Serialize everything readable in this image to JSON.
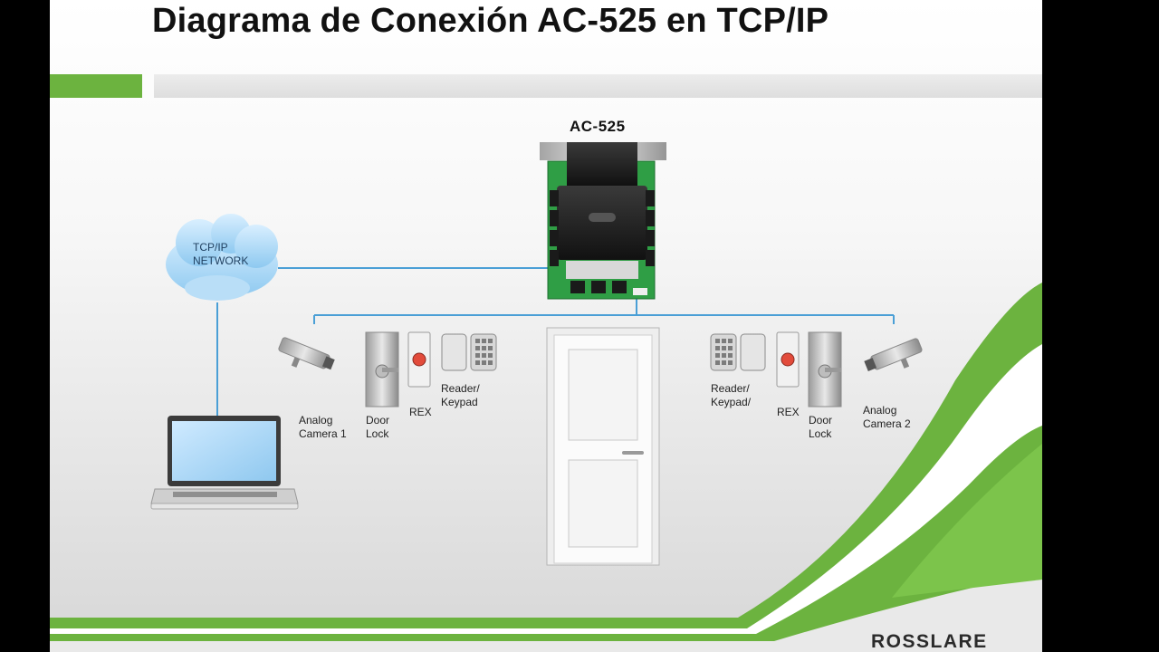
{
  "slide": {
    "title": "Diagrama de Conexión AC-525 en TCP/IP"
  },
  "diagram": {
    "controller_label": "AC-525",
    "network_label_line1": "TCP/IP",
    "network_label_line2": "NETWORK",
    "left": {
      "camera_line1": "Analog",
      "camera_line2": "Camera 1",
      "lock_line1": "Door",
      "lock_line2": "Lock",
      "rex": "REX",
      "reader_line1": "Reader/",
      "reader_line2": "Keypad"
    },
    "right": {
      "reader_line1": "Reader/",
      "reader_line2": "Keypad/",
      "rex": "REX",
      "lock_line1": "Door",
      "lock_line2": "Lock",
      "camera_line1": "Analog",
      "camera_line2": "Camera 2"
    }
  },
  "brand": {
    "logo_text": "ROSSLARE"
  },
  "colors": {
    "accent_green": "#6cb33f",
    "wire_blue": "#4a9fd6"
  }
}
